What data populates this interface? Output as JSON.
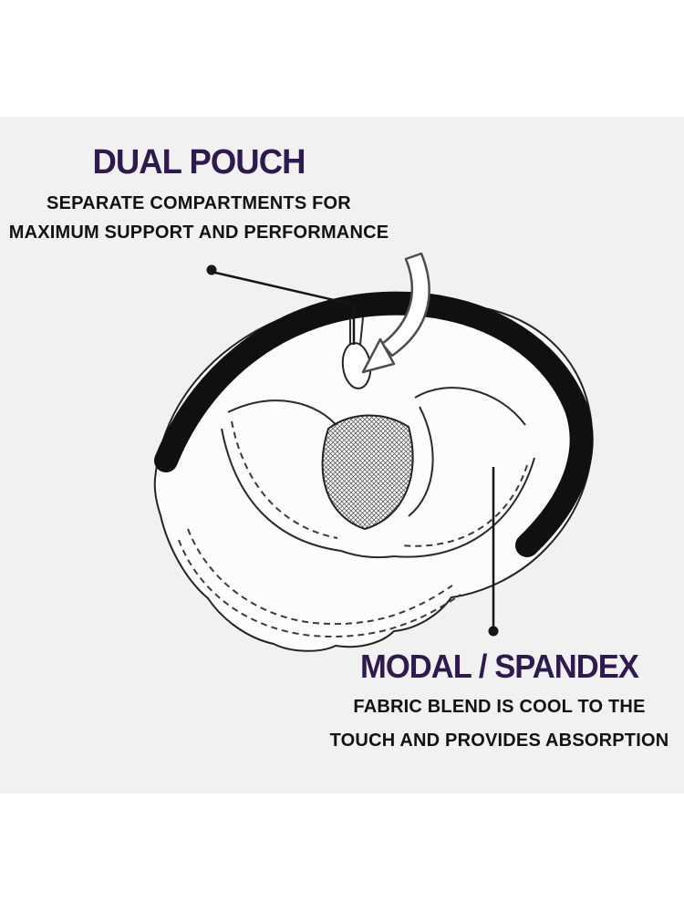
{
  "page": {
    "kind": "product-feature-infographic",
    "background": "#ffffff",
    "panel_background": "#f1f1f2"
  },
  "colors": {
    "title_accent": "#2e1a4f",
    "body_text": "#121212",
    "line_art": "#1c1c1c",
    "waistband": "#101010",
    "garment_fill": "#fcfcfc"
  },
  "callouts": {
    "dual_pouch": {
      "title": "DUAL POUCH",
      "line1": "SEPARATE COMPARTMENTS FOR",
      "line2": "MAXIMUM SUPPORT AND PERFORMANCE"
    },
    "modal_spandex": {
      "title": "MODAL / SPANDEX",
      "line1": "FABRIC BLEND IS COOL TO THE",
      "line2": "TOUCH AND PROVIDES ABSORPTION"
    }
  },
  "icons": [
    "curved-arrow-icon",
    "callout-dot",
    "pouch-mesh",
    "stitch-dashes"
  ]
}
